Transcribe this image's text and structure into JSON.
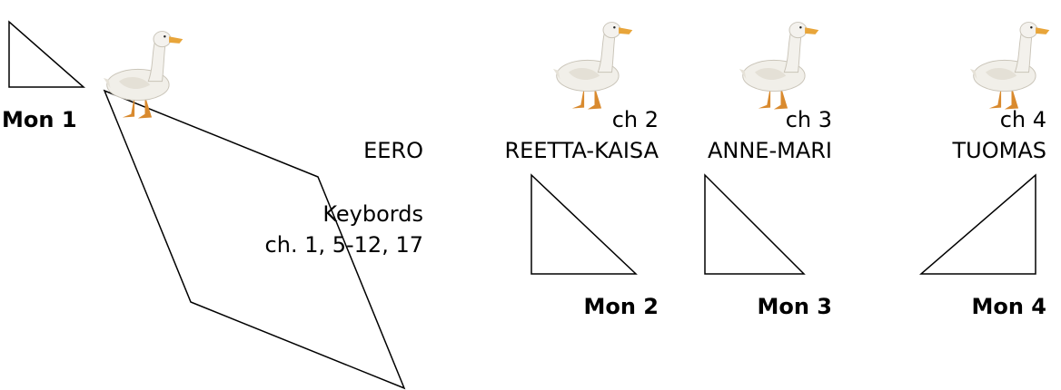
{
  "monitors": {
    "mon1": {
      "label": "Mon 1"
    },
    "mon2": {
      "label": "Mon 2",
      "channel": "ch 2",
      "person": "REETTA-KAISA"
    },
    "mon3": {
      "label": "Mon 3",
      "channel": "ch 3",
      "person": "ANNE-MARI"
    },
    "mon4": {
      "label": "Mon 4",
      "channel": "ch 4",
      "person": "TUOMAS"
    }
  },
  "keyboards": {
    "person": "EERO",
    "title": "Keybords",
    "channels": "ch. 1, 5-12, 17"
  },
  "icons": {
    "duck": "duck-icon"
  }
}
